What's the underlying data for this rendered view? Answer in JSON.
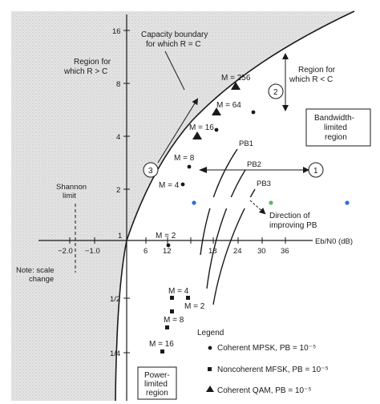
{
  "y_ticks": [
    "16",
    "8",
    "4",
    "2",
    "1",
    "1/2",
    "1/4"
  ],
  "x_ticks": [
    "−2.0",
    "−1.0",
    "6",
    "12",
    "18",
    "24",
    "30",
    "36"
  ],
  "x_axis_label": "Eb/N0 (dB)",
  "annotations": {
    "capacity_boundary": [
      "Capacity boundary",
      "for which R = C"
    ],
    "region_r_gt_c": [
      "Region for",
      "which R > C"
    ],
    "region_r_lt_c": [
      "Region for",
      "which R < C"
    ],
    "bandwidth_limited": [
      "Bandwidth-",
      "limited",
      "region"
    ],
    "power_limited": [
      "Power-",
      "limited",
      "region"
    ],
    "shannon_limit": [
      "Shannon",
      "limit"
    ],
    "note": [
      "Note:  scale",
      "change"
    ],
    "direction": [
      "Direction of",
      "improving PB"
    ],
    "pb1": "PB1",
    "pb2": "PB2",
    "pb3": "PB3",
    "circle_1": "1",
    "circle_2": "2",
    "circle_3": "3"
  },
  "point_labels": {
    "m256": "M = 256",
    "m64": "M = 64",
    "m16_qam": "M = 16",
    "m8_psk": "M = 8",
    "m4_psk": "M = 4",
    "m2_psk": "M = 2",
    "m4_fsk": "M = 4",
    "m2_fsk": "M = 2",
    "m8_fsk": "M = 8",
    "m16_fsk": "M = 16"
  },
  "legend": {
    "title": "Legend",
    "mpsk": "Coherent MPSK, PB = 10⁻⁵",
    "mfsk": "Noncoherent MFSK, PB = 10⁻⁵",
    "qam": "Coherent QAM, PB = 10⁻⁵"
  },
  "colors": {
    "shade": "#e2e2e2",
    "ink": "#1a1a1a",
    "dot_blue": "#2f6fd6",
    "dot_green": "#5cb85c"
  }
}
